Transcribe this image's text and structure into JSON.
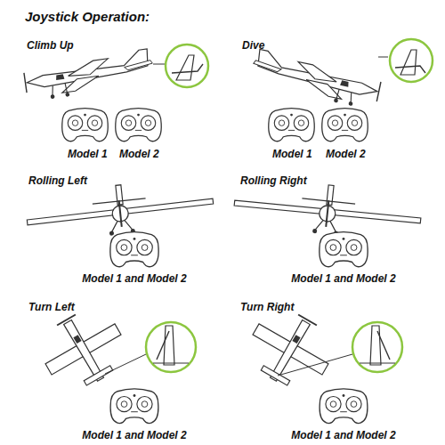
{
  "diagram": {
    "title": "Joystick Operation:",
    "labels": [
      "Climb Up",
      "Dive",
      "Model 1",
      "Model 2",
      "Model 1",
      "Model 2",
      "Rolling Left",
      "Rolling Right",
      "Model 1 and Model 2",
      "Model 1 and Model 2",
      "Turn Left",
      "Turn Right",
      "Model 1 and Model 2",
      "Model 1 and Model 2"
    ]
  }
}
